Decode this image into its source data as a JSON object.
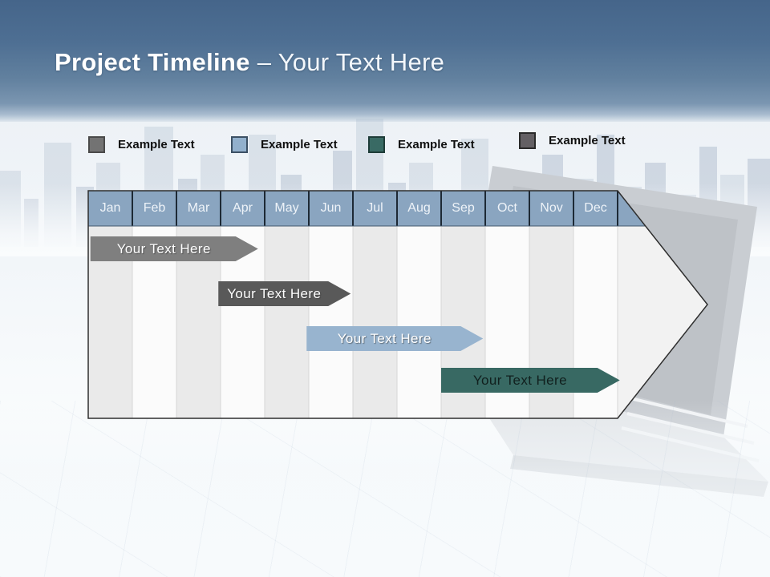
{
  "slide": {
    "title": {
      "emphasis": "Project Timeline",
      "rest": "– Your Text Here"
    }
  },
  "legend": {
    "items": [
      {
        "label": "Example Text",
        "color": "#737373",
        "border": "#4a4a4a"
      },
      {
        "label": "Example Text",
        "color": "#92b0cc",
        "border": "#3c5064"
      },
      {
        "label": "Example Text",
        "color": "#396a64",
        "border": "#1e3c38"
      },
      {
        "label": "Example Text",
        "color": "#646064",
        "border": "#2a2a2a"
      }
    ]
  },
  "chart_data": {
    "type": "bar",
    "subtype": "gantt-timeline-arrow",
    "title": "Project Timeline",
    "categories": [
      "Jan",
      "Feb",
      "Mar",
      "Apr",
      "May",
      "Jun",
      "Jul",
      "Aug",
      "Sep",
      "Oct",
      "Nov",
      "Dec"
    ],
    "x_unit": "month",
    "header_color": "#8aa5c0",
    "header_text_color": "#eef3f8",
    "bars": [
      {
        "label": "Your Text Here",
        "start": 0.05,
        "end": 3.85,
        "row": 0,
        "color": "#7f7f7f",
        "border": "#545454",
        "text_color": "#ffffff"
      },
      {
        "label": "Your Text Here",
        "start": 2.95,
        "end": 5.95,
        "row": 1,
        "color": "#595959",
        "border": "#3d3d3d",
        "text_color": "#ffffff"
      },
      {
        "label": "Your Text Here",
        "start": 4.95,
        "end": 8.95,
        "row": 2,
        "color": "#98b4cf",
        "border": "#6886a5",
        "text_color": "#ffffff"
      },
      {
        "label": "Your Text Here",
        "start": 8.0,
        "end": 12.05,
        "row": 3,
        "color": "#386963",
        "border": "#1c423e",
        "text_color": "#11201e"
      }
    ]
  }
}
